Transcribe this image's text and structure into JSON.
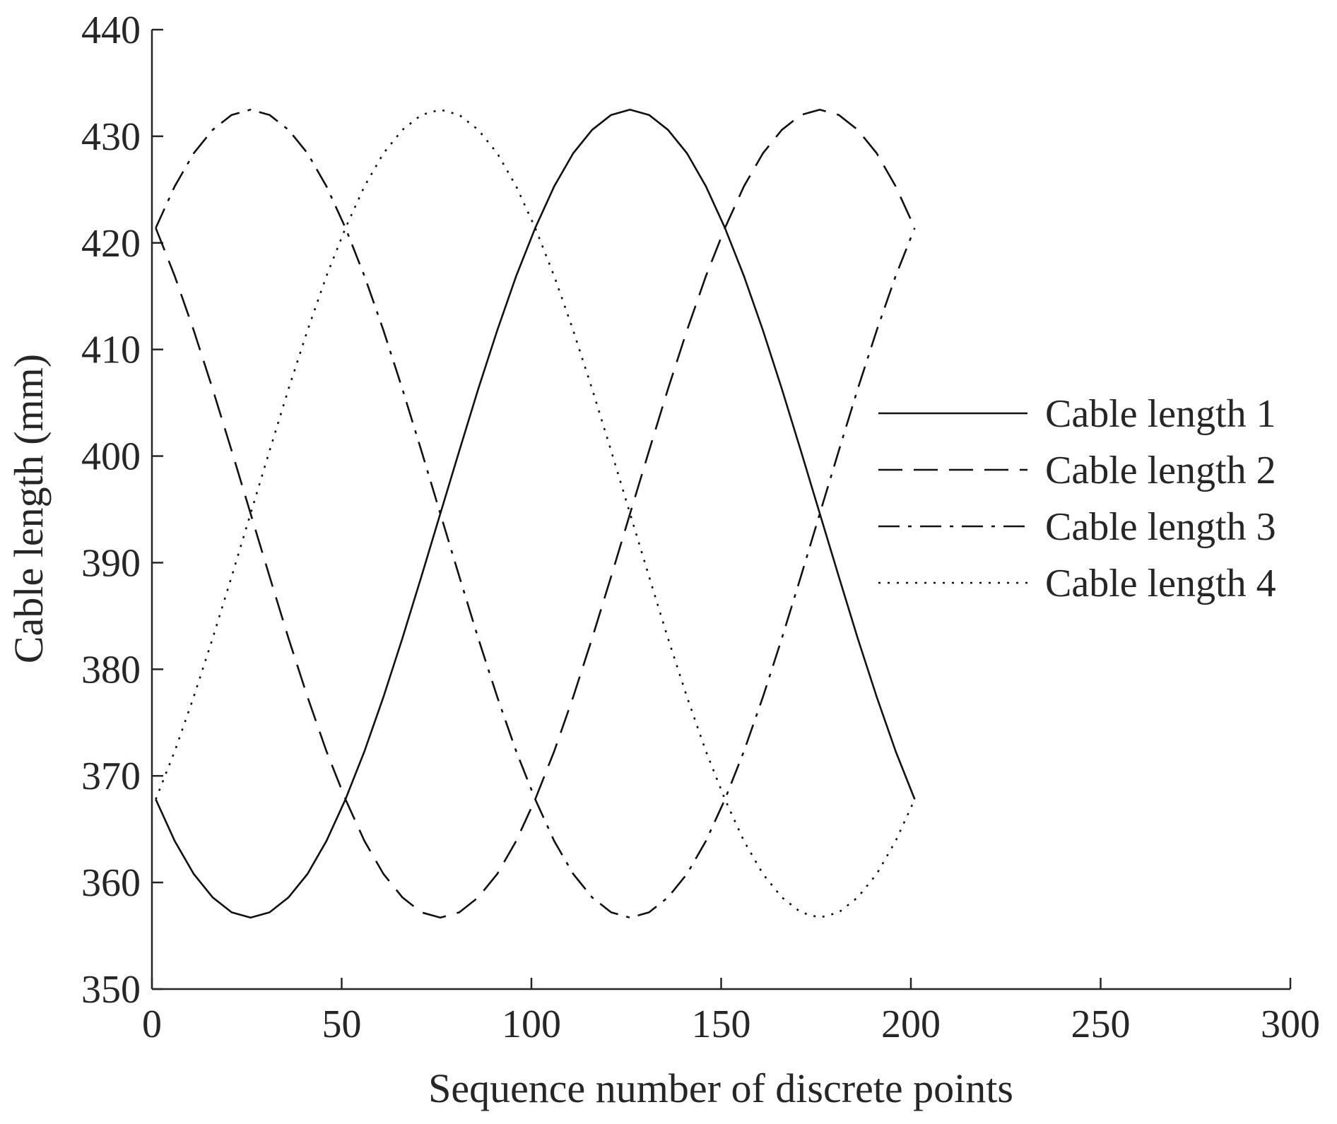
{
  "chart_data": {
    "type": "line",
    "title": "",
    "xlabel": "Sequence number of discrete points",
    "ylabel": "Cable length (mm)",
    "xlim": [
      0,
      300
    ],
    "ylim": [
      350,
      440
    ],
    "xticks": [
      0,
      50,
      100,
      150,
      200,
      250,
      300
    ],
    "yticks": [
      350,
      360,
      370,
      380,
      390,
      400,
      410,
      420,
      430,
      440
    ],
    "grid": false,
    "legend_position": "right-center",
    "x": [
      1,
      6,
      11,
      16,
      21,
      26,
      31,
      36,
      41,
      46,
      51,
      56,
      61,
      66,
      71,
      76,
      81,
      86,
      91,
      96,
      101,
      106,
      111,
      116,
      121,
      126,
      131,
      136,
      141,
      146,
      151,
      156,
      161,
      166,
      171,
      176,
      181,
      186,
      191,
      196,
      201
    ],
    "series": [
      {
        "name": "Cable length 1",
        "style": "solid",
        "values": [
          367.8,
          363.9,
          360.8,
          358.6,
          357.2,
          356.7,
          357.2,
          358.6,
          360.8,
          363.9,
          367.8,
          372.3,
          377.4,
          382.9,
          388.7,
          394.6,
          400.5,
          406.3,
          411.8,
          416.9,
          421.4,
          425.3,
          428.4,
          430.6,
          432.0,
          432.5,
          432.0,
          430.6,
          428.4,
          425.3,
          421.4,
          416.9,
          411.8,
          406.3,
          400.5,
          394.6,
          388.7,
          382.9,
          377.4,
          372.3,
          367.8
        ]
      },
      {
        "name": "Cable length 2",
        "style": "dashed",
        "values": [
          421.4,
          416.9,
          411.8,
          406.3,
          400.5,
          394.6,
          388.7,
          382.9,
          377.4,
          372.3,
          367.8,
          363.9,
          360.8,
          358.6,
          357.2,
          356.7,
          357.2,
          358.6,
          360.8,
          363.9,
          367.8,
          372.3,
          377.4,
          382.9,
          388.7,
          394.6,
          400.5,
          406.3,
          411.8,
          416.9,
          421.4,
          425.3,
          428.4,
          430.6,
          432.0,
          432.5,
          432.0,
          430.6,
          428.4,
          425.3,
          421.4
        ]
      },
      {
        "name": "Cable length 3",
        "style": "dash-dot",
        "values": [
          421.4,
          425.3,
          428.4,
          430.6,
          432.0,
          432.5,
          432.0,
          430.6,
          428.4,
          425.3,
          421.4,
          416.9,
          411.8,
          406.3,
          400.5,
          394.6,
          388.7,
          382.9,
          377.4,
          372.3,
          367.8,
          363.9,
          360.8,
          358.6,
          357.2,
          356.7,
          357.2,
          358.6,
          360.8,
          363.9,
          367.8,
          372.3,
          377.4,
          382.9,
          388.7,
          394.6,
          400.5,
          406.3,
          411.8,
          416.9,
          421.4
        ]
      },
      {
        "name": "Cable length 4",
        "style": "dotted",
        "values": [
          367.8,
          372.3,
          377.4,
          382.9,
          388.7,
          394.6,
          400.5,
          406.3,
          411.8,
          416.9,
          421.4,
          425.3,
          428.4,
          430.6,
          432.0,
          432.5,
          432.0,
          430.6,
          428.4,
          425.3,
          421.4,
          416.9,
          411.8,
          406.3,
          400.5,
          394.6,
          388.7,
          382.9,
          377.4,
          372.3,
          367.8,
          363.9,
          360.8,
          358.6,
          357.2,
          356.7,
          357.2,
          358.6,
          360.8,
          363.9,
          367.8
        ]
      }
    ]
  }
}
